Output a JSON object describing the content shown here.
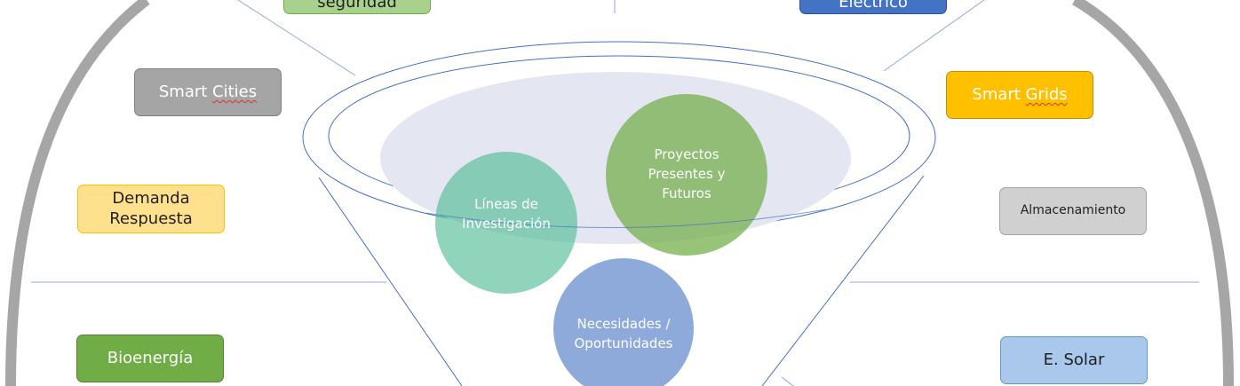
{
  "boxes": {
    "seguridad": "seguridad",
    "electrico": "Eléctrico",
    "smart_cities": {
      "word1": "Smart",
      "word2": "Cities"
    },
    "smart_grids": {
      "word1": "Smart",
      "word2": "Grids"
    },
    "demanda": [
      "Demanda",
      "Respuesta"
    ],
    "almacenamiento": "Almacenamiento",
    "bioenergia": "Bioenergía",
    "solar": "E. Solar"
  },
  "circles": {
    "lineas": [
      "Líneas de",
      "Investigación"
    ],
    "proyectos": [
      "Proyectos",
      "Presentes y",
      "Futuros"
    ],
    "necesidades": [
      "Necesidades /",
      "Oportunidades"
    ]
  },
  "colors": {
    "ring": "#a6a6a6",
    "divider_line": "#8eaadb",
    "funnel_outline": "#4472c4",
    "funnel_disk": "#e4e6f2",
    "lineas_circle": "#3fb78a",
    "proyectos_circle": "#70ad47",
    "necesidades_circle": "#8eaadb",
    "box_green": "#70ad47",
    "box_blue": "#4472c4",
    "box_gray": "#a5a5a5",
    "box_yellow": "#ffc000",
    "box_light_yellow": "#ffe08c",
    "box_light_gray": "#d0d0d0",
    "box_light_blue": "#a9c8ec"
  }
}
